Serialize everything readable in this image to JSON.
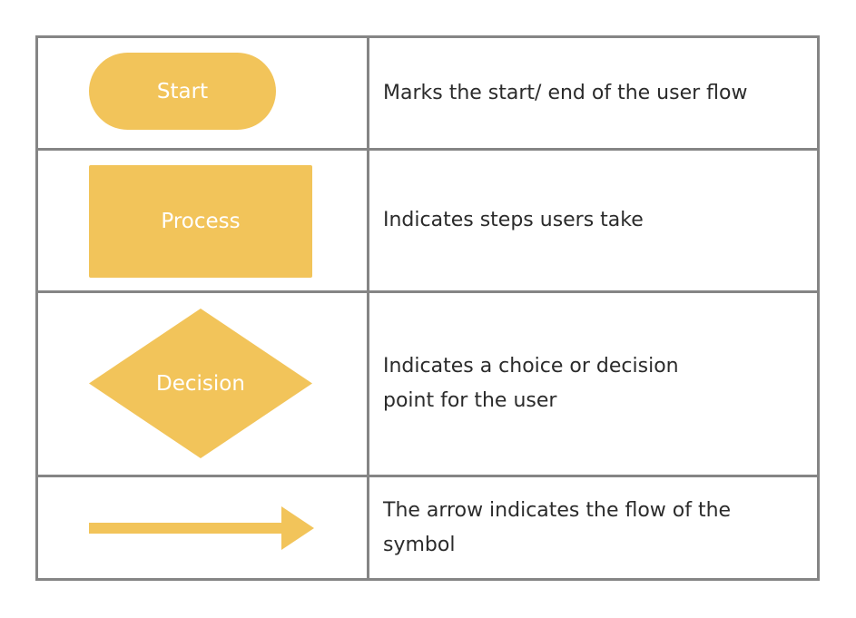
{
  "colors": {
    "shape_fill": "#F2C45A",
    "border": "#858585",
    "text": "#2B2B2B",
    "shape_text": "#FFFFFF"
  },
  "rows": [
    {
      "symbol": "terminator",
      "label": "Start",
      "description": "Marks the start/ end of the user flow"
    },
    {
      "symbol": "process",
      "label": "Process",
      "description": "Indicates steps users take"
    },
    {
      "symbol": "decision",
      "label": "Decision",
      "description": "Indicates a choice or decision\npoint for the user"
    },
    {
      "symbol": "arrow",
      "label": "",
      "description": "The arrow indicates the flow of the\nsymbol"
    }
  ]
}
